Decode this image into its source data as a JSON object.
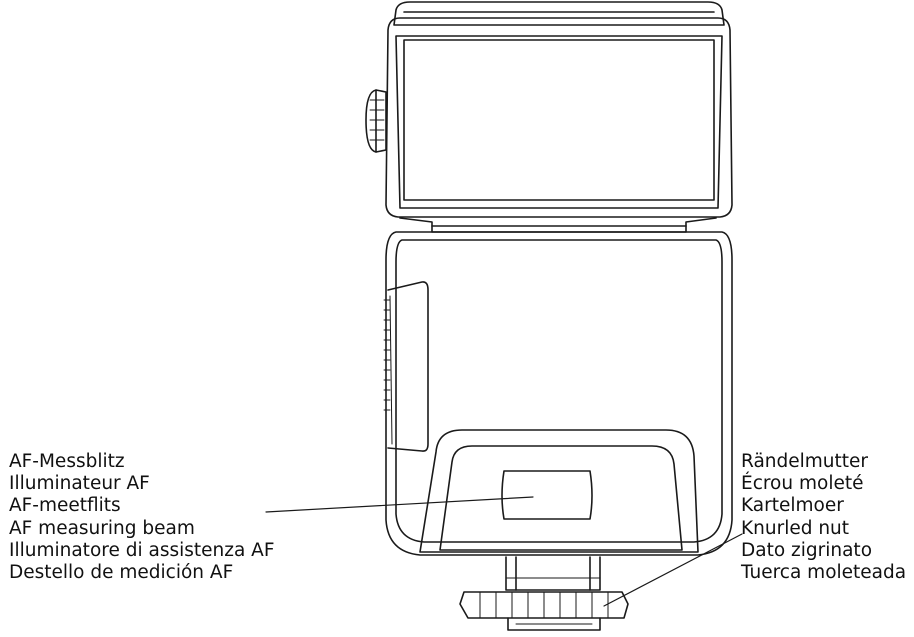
{
  "callouts": {
    "af_beam": {
      "lines": [
        "AF-Messblitz",
        "Illuminateur AF",
        "AF-meetflits",
        "AF measuring beam",
        "Illuminatore di assistenza AF",
        "Destello de medición AF"
      ]
    },
    "knurled_nut": {
      "lines": [
        "Rändelmutter",
        "Écrou moleté",
        "Kartelmoer",
        "Knurled nut",
        "Dato zigrinato",
        "Tuerca moleteada"
      ]
    }
  }
}
